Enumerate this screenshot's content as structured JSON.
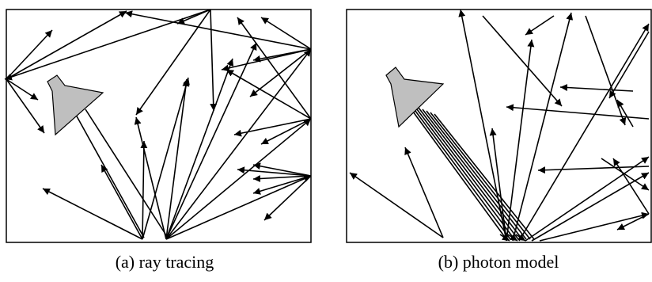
{
  "panels": [
    {
      "id": "a",
      "caption": "(a) ray tracing"
    },
    {
      "id": "b",
      "caption": "(b) photon model"
    }
  ],
  "colors": {
    "stroke": "#000000",
    "lamp_fill": "#bfbfbf",
    "background": "#ffffff"
  },
  "icons": {
    "light_source": "spotlight-icon"
  }
}
